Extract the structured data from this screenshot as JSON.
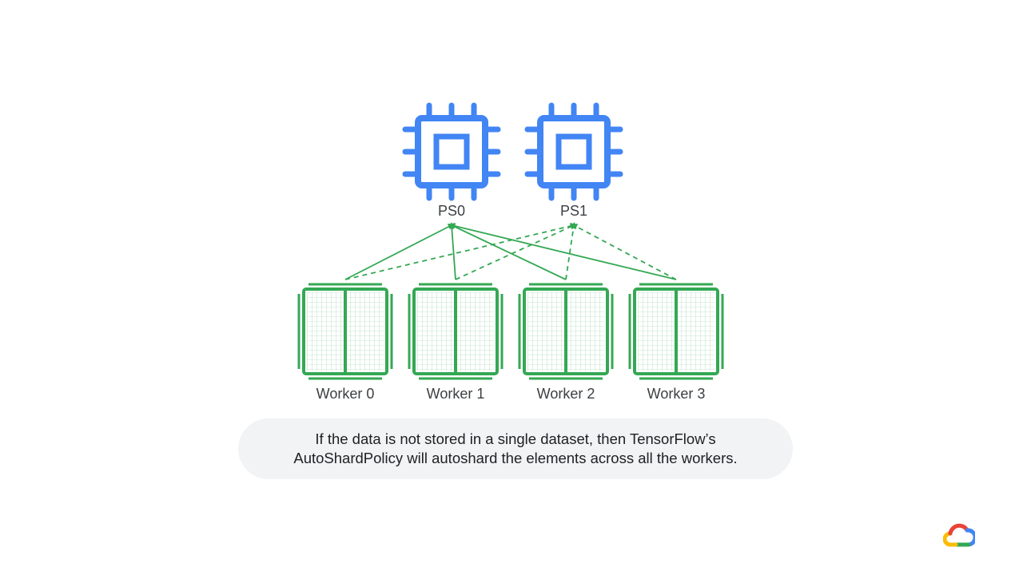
{
  "diagram": {
    "servers": [
      {
        "label": "PS0"
      },
      {
        "label": "PS1"
      }
    ],
    "workers": [
      {
        "label": "Worker 0"
      },
      {
        "label": "Worker 1"
      },
      {
        "label": "Worker 2"
      },
      {
        "label": "Worker 3"
      }
    ],
    "connections": [
      {
        "from": "Worker 0",
        "to": "PS0",
        "style": "solid"
      },
      {
        "from": "Worker 1",
        "to": "PS0",
        "style": "solid"
      },
      {
        "from": "Worker 2",
        "to": "PS0",
        "style": "solid"
      },
      {
        "from": "Worker 3",
        "to": "PS0",
        "style": "solid"
      },
      {
        "from": "Worker 0",
        "to": "PS1",
        "style": "dashed"
      },
      {
        "from": "Worker 1",
        "to": "PS1",
        "style": "dashed"
      },
      {
        "from": "Worker 2",
        "to": "PS1",
        "style": "dashed"
      },
      {
        "from": "Worker 3",
        "to": "PS1",
        "style": "dashed"
      }
    ],
    "colors": {
      "server": "#4285f4",
      "worker": "#34a853",
      "connection": "#34a853",
      "label": "#3c4043"
    }
  },
  "caption": {
    "line1": "If the data is not stored in a single dataset, then TensorFlow’s",
    "line2": "AutoShardPolicy will autoshard the elements across all the workers."
  },
  "logo": {
    "icon": "google-cloud-logo-icon",
    "colors": [
      "#ea4335",
      "#4285f4",
      "#34a853",
      "#fbbc04"
    ]
  }
}
